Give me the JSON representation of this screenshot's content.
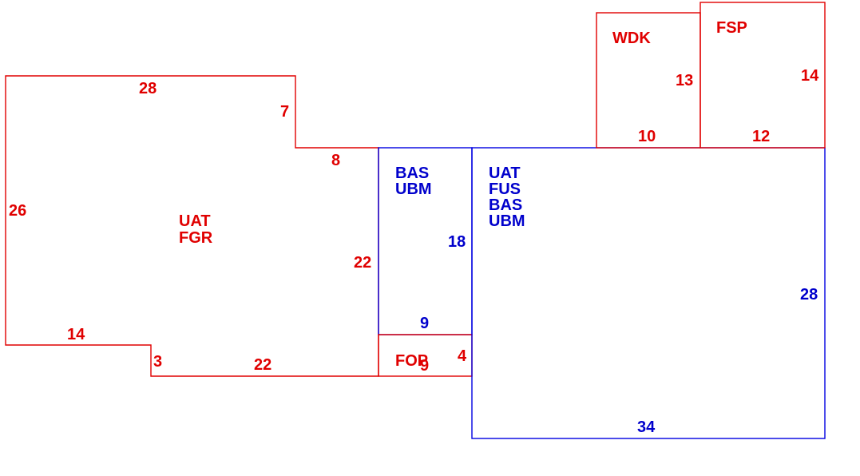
{
  "colors": {
    "red": "#e00000",
    "blue": "#0000cc"
  },
  "areas": [
    {
      "id": "uat-fgr",
      "color": "red",
      "codes": [
        "UAT",
        "FGR"
      ],
      "dimensions": [
        "28",
        "7",
        "8",
        "22",
        "26",
        "14",
        "3",
        "22"
      ]
    },
    {
      "id": "bas-ubm",
      "color": "blue",
      "codes": [
        "BAS",
        "UBM"
      ],
      "dimensions": [
        "18",
        "9"
      ]
    },
    {
      "id": "fop",
      "color": "red",
      "codes": [
        "FOP"
      ],
      "dimensions": [
        "9",
        "4"
      ]
    },
    {
      "id": "uat-fus-bas-ubm",
      "color": "blue",
      "codes": [
        "UAT",
        "FUS",
        "BAS",
        "UBM"
      ],
      "dimensions": [
        "28",
        "34"
      ]
    },
    {
      "id": "wdk",
      "color": "red",
      "codes": [
        "WDK"
      ],
      "dimensions": [
        "13",
        "10"
      ]
    },
    {
      "id": "fsp",
      "color": "red",
      "codes": [
        "FSP"
      ],
      "dimensions": [
        "14",
        "12"
      ]
    }
  ]
}
